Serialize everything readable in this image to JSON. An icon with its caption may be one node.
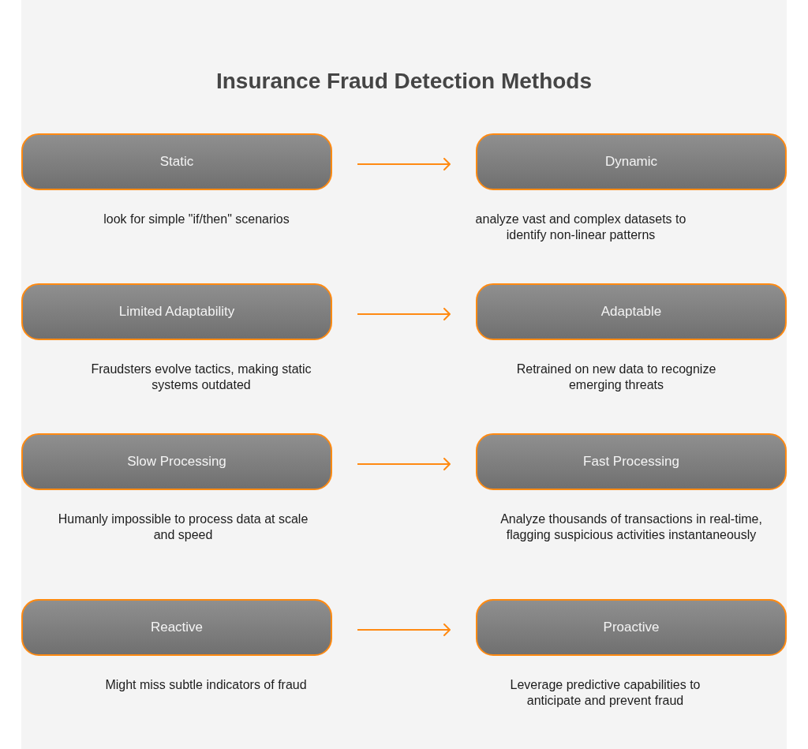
{
  "diagram": {
    "title": "Insurance Fraud Detection Methods",
    "nodes": [
      {
        "text": [
          "Static"
        ],
        "beside": [
          "look for simple \"if/then\" scenarios"
        ]
      },
      {
        "text": [
          "Dynamic"
        ],
        "beside": [
          "analyze vast and complex datasets to identify non-linear patterns"
        ]
      },
      {
        "text": [
          "Limited Adaptability"
        ],
        "beside": [
          "Fraudsters evolve tactics, making static systems outdated"
        ]
      },
      {
        "text": [
          "Adaptable"
        ],
        "beside": [
          "Retrained on new data to recognize emerging threats"
        ]
      },
      {
        "text": [
          "Slow Processing"
        ],
        "beside": [
          "Humanly impossible to process data at scale and speed"
        ]
      },
      {
        "text": [
          "Fast Processing"
        ],
        "beside": [
          "Analyze thousands of transactions in real-time, flagging suspicious activities instantaneously"
        ]
      },
      {
        "text": [
          "Reactive"
        ],
        "beside": [
          "Might miss subtle indicators of fraud"
        ]
      },
      {
        "text": [
          "Proactive"
        ],
        "beside": [
          "Leverage predictive capabilities to anticipate and prevent fraud"
        ]
      }
    ],
    "edges": [
      {
        "from": 0,
        "to": 1,
        "arrow": "to"
      },
      {
        "from": 2,
        "to": 3,
        "arrow": "to"
      },
      {
        "from": 4,
        "to": 5,
        "arrow": "to"
      },
      {
        "from": 6,
        "to": 7,
        "arrow": "to"
      }
    ]
  }
}
